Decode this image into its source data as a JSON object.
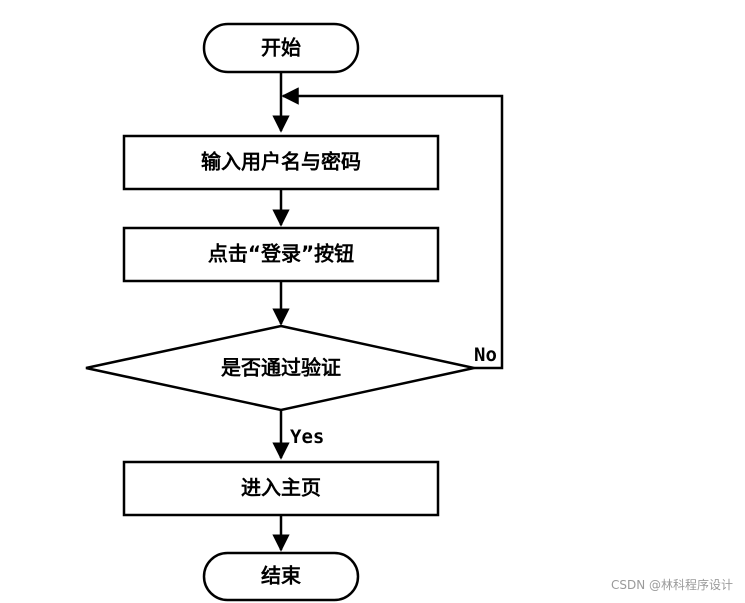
{
  "nodes": {
    "start": "开始",
    "input": "输入用户名与密码",
    "click": "点击“登录”按钮",
    "verify": "是否通过验证",
    "home": "进入主页",
    "end": "结束"
  },
  "edges": {
    "yes": "Yes",
    "no": "No"
  },
  "watermark": "CSDN @林科程序设计",
  "colors": {
    "stroke": "#000000",
    "fill": "#ffffff",
    "watermark": "#9a9a9a"
  }
}
